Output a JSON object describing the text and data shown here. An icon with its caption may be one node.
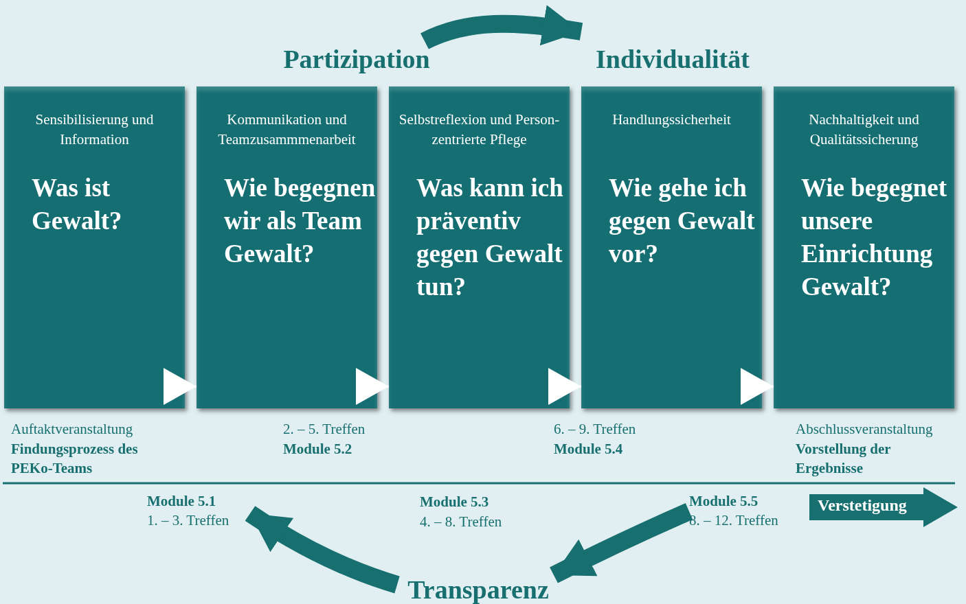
{
  "diagram": {
    "nodes": [
      {
        "text": [
          "Partizipation"
        ]
      },
      {
        "text": [
          "Individualität"
        ]
      },
      {
        "text": [
          "Sensibilisierung und Information",
          "Was ist Gewalt?"
        ]
      },
      {
        "text": [
          "Kommunikation und Teamzusammmenarbeit",
          "Wie begegnen wir als Team Gewalt?"
        ]
      },
      {
        "text": [
          "Selbstreflexion und Person-zentrierte Pflege",
          "Was kann ich präventiv gegen Gewalt tun?"
        ]
      },
      {
        "text": [
          "Handlungssicherheit",
          "Wie gehe ich gegen Gewalt vor?"
        ]
      },
      {
        "text": [
          "Nachhaltigkeit und Qualitätssicherung",
          "Wie begegnet unsere Einrichtung Gewalt?"
        ]
      },
      {
        "text": [
          "Module 5.1",
          "1. – 3. Treffen"
        ]
      },
      {
        "text": [
          "Module 5.5",
          "8. – 12. Treffen"
        ]
      },
      {
        "text": [
          "Transparenz"
        ]
      },
      {
        "text": [
          "Verstetigung"
        ]
      }
    ],
    "edges": [
      {
        "from": 0,
        "to": 1,
        "arrow": "to",
        "style": "thick",
        "color": "#17706f"
      },
      {
        "from": 2,
        "to": 3,
        "arrow": "to"
      },
      {
        "from": 3,
        "to": 4,
        "arrow": "to"
      },
      {
        "from": 4,
        "to": 5,
        "arrow": "to"
      },
      {
        "from": 5,
        "to": 6,
        "arrow": "to"
      },
      {
        "from": 8,
        "to": 9,
        "arrow": "to",
        "style": "thick",
        "color": "#17706f"
      },
      {
        "from": 9,
        "to": 7,
        "arrow": "to",
        "style": "thick",
        "color": "#17706f"
      }
    ],
    "labels": [
      "Auftaktveranstaltung",
      "Findungsprozess des PEKo-Teams",
      "2. – 5. Treffen",
      "Module 5.2",
      "6. – 9. Treffen",
      "Module 5.4",
      "Abschlussveranstaltung",
      "Vorstellung der Ergebnisse",
      "Module 5.3",
      "4. – 8. Treffen"
    ]
  }
}
